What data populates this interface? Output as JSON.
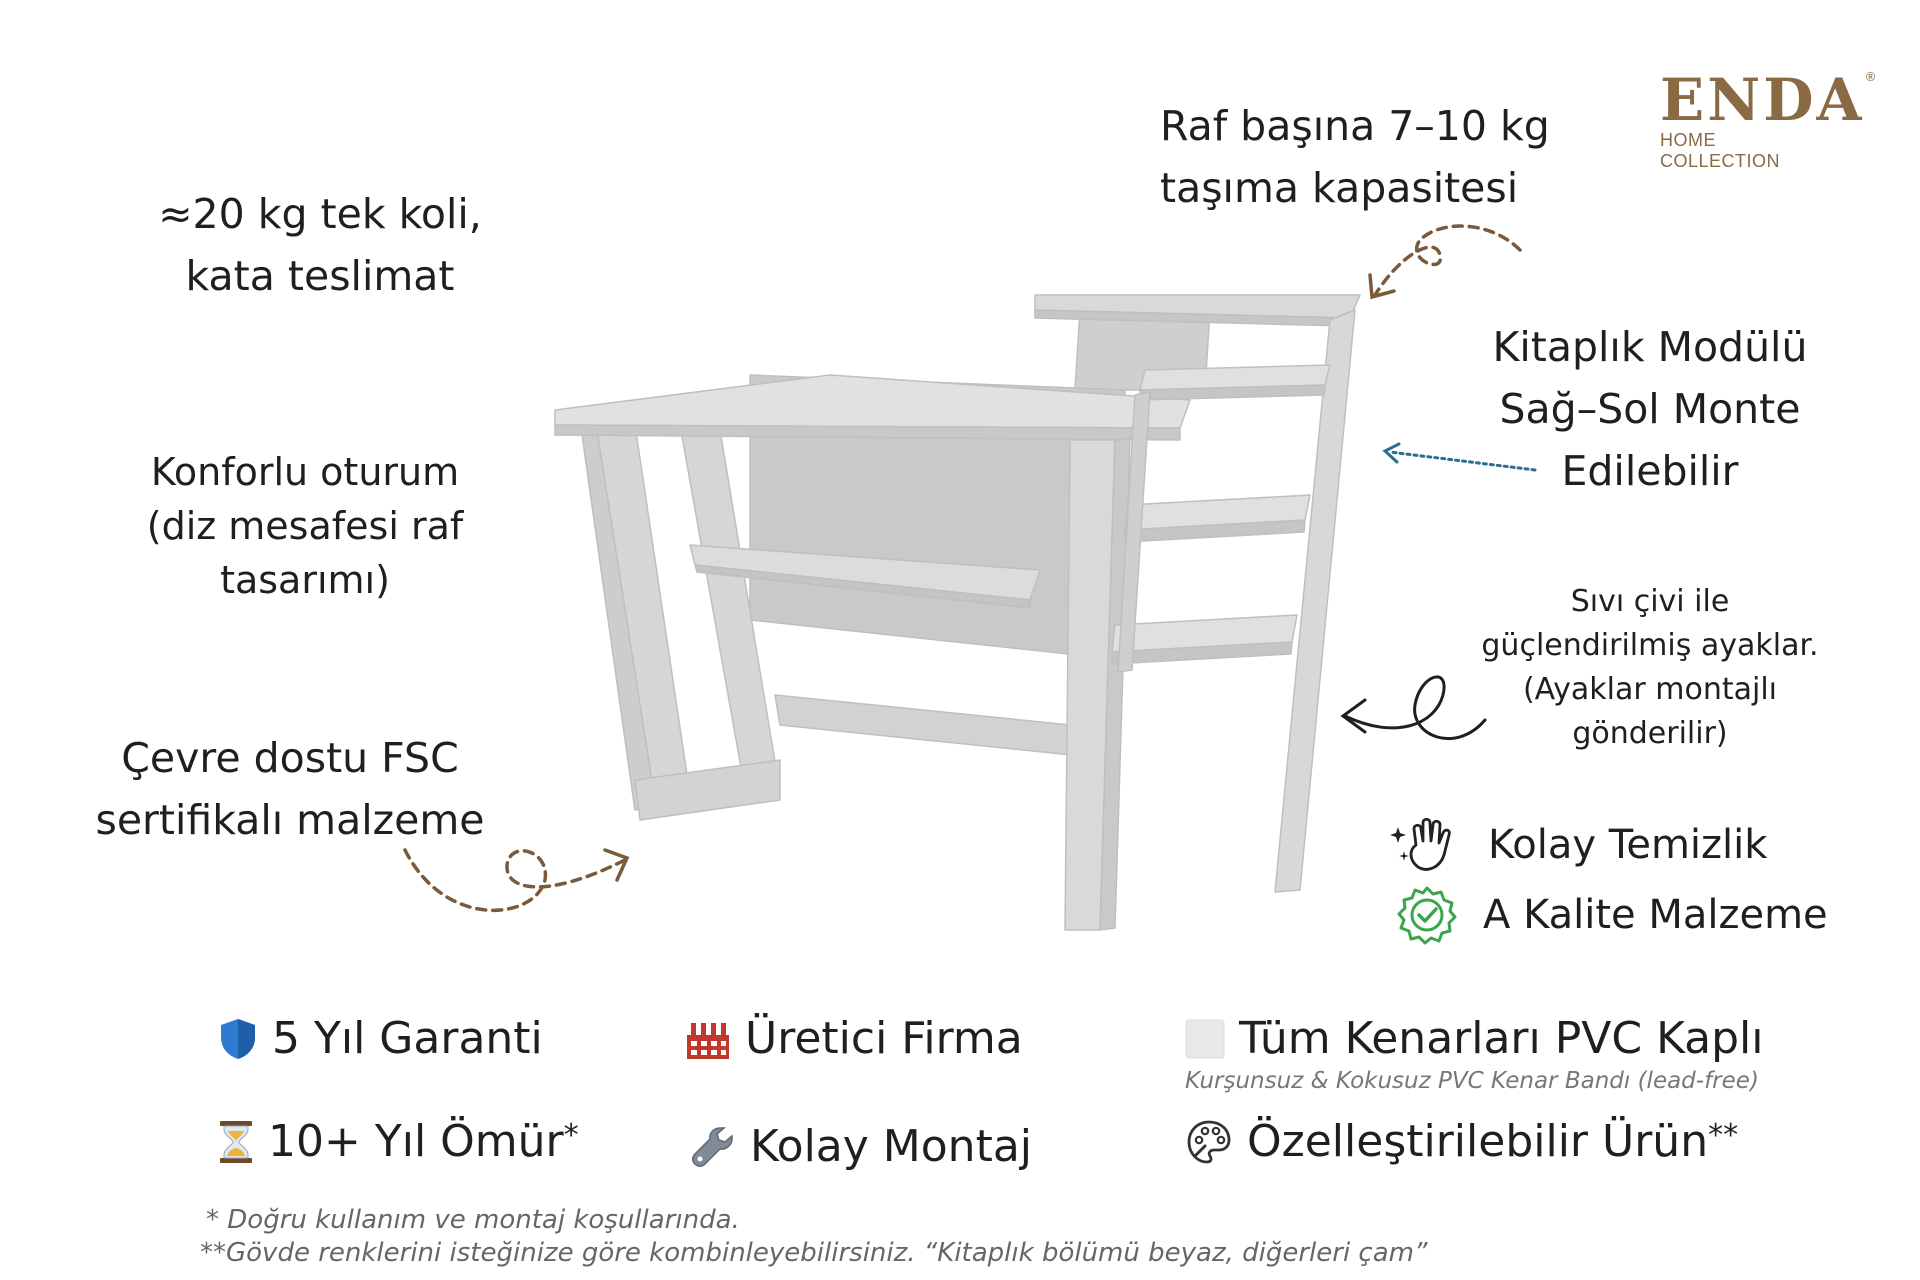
{
  "brand": {
    "name": "ENDA",
    "registered": "®",
    "tagline": "HOME COLLECTION",
    "color": "#8a6a43"
  },
  "callouts": {
    "package": [
      "≈20 kg tek koli,",
      "kata teslimat"
    ],
    "capacity": [
      "Raf başına 7–10 kg",
      "taşıma kapasitesi"
    ],
    "bookcase": [
      "Kitaplık Modülü",
      "Sağ–Sol Monte",
      "Edilebilir"
    ],
    "comfort": [
      "Konforlu oturum",
      "(diz mesafesi raf",
      "tasarımı)"
    ],
    "legs": [
      "Sıvı çivi ile",
      "güçlendirilmiş ayaklar.",
      "(Ayaklar montajlı",
      "gönderilir)"
    ],
    "eco": [
      "Çevre dostu FSC",
      "sertifikalı malzeme"
    ]
  },
  "badges": [
    {
      "icon": "cleaning-hand-icon",
      "label": "Kolay Temizlik"
    },
    {
      "icon": "quality-seal-icon",
      "label": "A Kalite Malzeme",
      "color": "#3aa54a"
    }
  ],
  "features": [
    {
      "icon": "shield-icon",
      "label": "5 Yıl Garanti",
      "color": "#2f7bd1"
    },
    {
      "icon": "factory-icon",
      "label": "Üretici Firma",
      "color": "#c0392b"
    },
    {
      "icon": "white-square-icon",
      "label": "Tüm Kenarları PVC Kaplı",
      "note": "Kurşunsuz & Kokusuz PVC Kenar Bandı (lead-free)"
    },
    {
      "icon": "hourglass-icon",
      "label": "10+ Yıl Ömür",
      "mark": "*"
    },
    {
      "icon": "wrench-icon",
      "label": "Kolay Montaj"
    },
    {
      "icon": "palette-icon",
      "label": "Özelleştirilebilir Ürün",
      "mark": "**"
    }
  ],
  "footnotes": [
    "* Doğru kullanım ve montaj koşullarında.",
    "**Gövde renklerini isteğinize göre kombinleyebilirsiniz. “Kitaplık bölümü beyaz, diğerleri çam”"
  ]
}
